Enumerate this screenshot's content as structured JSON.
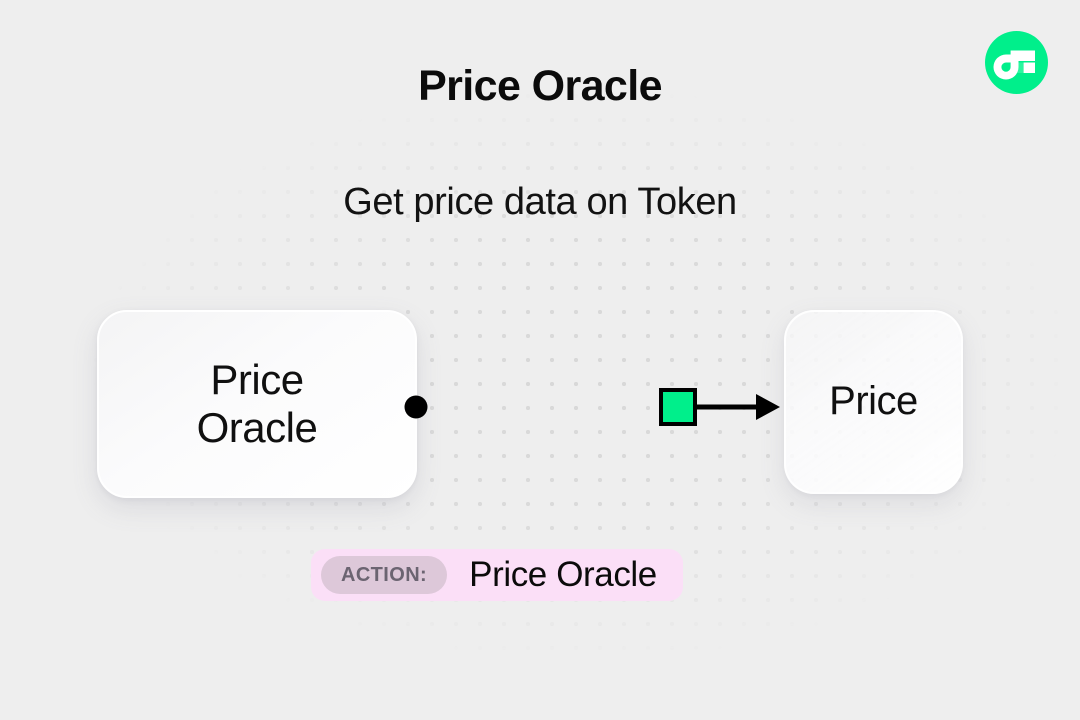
{
  "page": {
    "background_color": "#eeeeee",
    "dot_color": "#d8d8d8"
  },
  "header": {
    "title": "Price Oracle",
    "subtitle": "Get price data on Token",
    "logo_icon": "flow-logo-icon",
    "logo_color": "#00ef8b"
  },
  "diagram": {
    "source_node": {
      "label_line_1": "Price",
      "label_line_2": "Oracle",
      "output_handle_icon": "circle-handle-icon",
      "output_handle_color": "#000000"
    },
    "target_node": {
      "label": "Price"
    },
    "edge": {
      "marker_icon": "square-marker-icon",
      "marker_color": "#00ef8b",
      "marker_border_color": "#000000",
      "arrow_icon": "arrow-head-icon",
      "line_color_start": "#000000",
      "line_color_end": "#00ef8b"
    }
  },
  "action_badge": {
    "pill_label": "ACTION:",
    "value": "Price Oracle",
    "background_color": "#fbdff7",
    "pill_background_color": "#ddc8d9",
    "pill_text_color": "#6b6471"
  }
}
